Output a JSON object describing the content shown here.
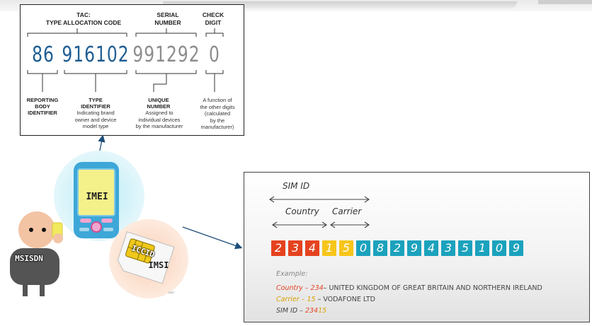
{
  "imei": {
    "headers": {
      "tac": "TAC:\nTYPE ALLOCATION CODE",
      "serial": "SERIAL\nNUMBER",
      "check": "CHECK\nDIGIT"
    },
    "digits": {
      "reporting": "86",
      "type": "916102",
      "serial": "991292",
      "check": "0"
    },
    "labels": {
      "reporting": "REPORTING\nBODY\nIDENTIFIER",
      "type": "TYPE\nIDENTIFIER",
      "unique": "UNIQUE\nNUMBER",
      "function_desc": "A function of\nthe other digits\n(calculated\nby the\nmanufacturer)"
    },
    "descs": {
      "type": "Indicating brand\nowner and device\nmodel type",
      "unique": "Assigned to\nindividual devices\nby the manufacturer"
    }
  },
  "illustration": {
    "phone_label": "IMEI",
    "person_label": "MSISDN",
    "sim_iccid": "ICCID",
    "sim_imsi": "IMSI",
    "watermark": "CMT"
  },
  "sim_panel": {
    "sim_id_label": "SIM ID",
    "country_label": "Country",
    "carrier_label": "Carrier",
    "country_digits": [
      "2",
      "3",
      "4"
    ],
    "carrier_digits": [
      "1",
      "5"
    ],
    "serial_digits": [
      "0",
      "8",
      "2",
      "9",
      "4",
      "3",
      "5",
      "1",
      "0",
      "9"
    ],
    "example_label": "Example:",
    "country_line_key": "Country – 234",
    "country_line_val": "– UNITED KINGDOM OF GREAT BRITAIN AND NORTHERN IRELAND",
    "carrier_line_key": "Carrier – 15",
    "carrier_line_val": " – VODAFONE LTD",
    "simid_line_key": "SIM ID – ",
    "simid_line_a": "234",
    "simid_line_b": "15"
  },
  "colors": {
    "country": "#e5421f",
    "carrier": "#f7c51b",
    "serial": "#1ba2bd",
    "imei_blue": "#1f5e93",
    "imei_grey": "#8d8d8d",
    "arrow": "#1f4e79"
  }
}
